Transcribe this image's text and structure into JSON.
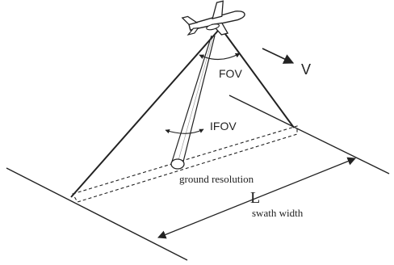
{
  "diagram": {
    "labels": {
      "fov": "FOV",
      "velocity": "V",
      "ifov": "IFOV",
      "ground_resolution": "ground resolution",
      "length": "L",
      "swath_width": "swath width"
    },
    "colors": {
      "ink": "#222222",
      "background": "#ffffff"
    }
  }
}
